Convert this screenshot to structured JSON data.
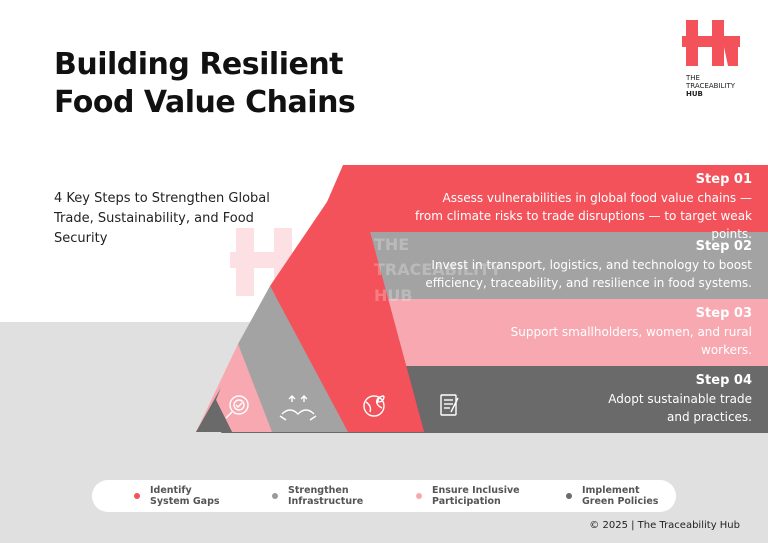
{
  "title": "Building Resilient Food Value Chains",
  "subtitle": "4 Key Steps to Strengthen Global Trade, Sustainability, and Food Security",
  "logo": {
    "line1": "THE",
    "line2": "TRACEABILITY",
    "line3": "HUB",
    "icon": "hash-h-icon"
  },
  "watermark": {
    "line1": "THE",
    "line2": "TRACEABILITY",
    "line3": "HUB"
  },
  "colors": {
    "red": "#f4525a",
    "gray": "#9a9a9a",
    "pink": "#f7a8b0",
    "dark": "#6a6a6a",
    "band_bg": "#e0e0e0"
  },
  "steps": [
    {
      "number": "Step 01",
      "description": "Assess vulnerabilities in global food value chains — from climate risks to trade disruptions — to target weak points."
    },
    {
      "number": "Step 02",
      "description": "Invest in transport, logistics, and technology to boost efficiency, traceability, and resilience in food systems."
    },
    {
      "number": "Step 03",
      "description": "Support smallholders, women, and rural workers."
    },
    {
      "number": "Step 04",
      "description": "Adopt sustainable trade and practices."
    }
  ],
  "pyramid_icons": [
    "magnifier-check-icon",
    "hands-arrows-icon",
    "globe-leaf-icon",
    "document-pen-icon"
  ],
  "legend": [
    {
      "label": "Identify\nSystem Gaps",
      "color": "#f4525a"
    },
    {
      "label": "Strengthen\nInfrastructure",
      "color": "#9a9a9a"
    },
    {
      "label": "Ensure Inclusive\nParticipation",
      "color": "#f7a8b0"
    },
    {
      "label": "Implement\nGreen Policies",
      "color": "#6a6a6a"
    }
  ],
  "footer": "© 2025 | The Traceability Hub"
}
